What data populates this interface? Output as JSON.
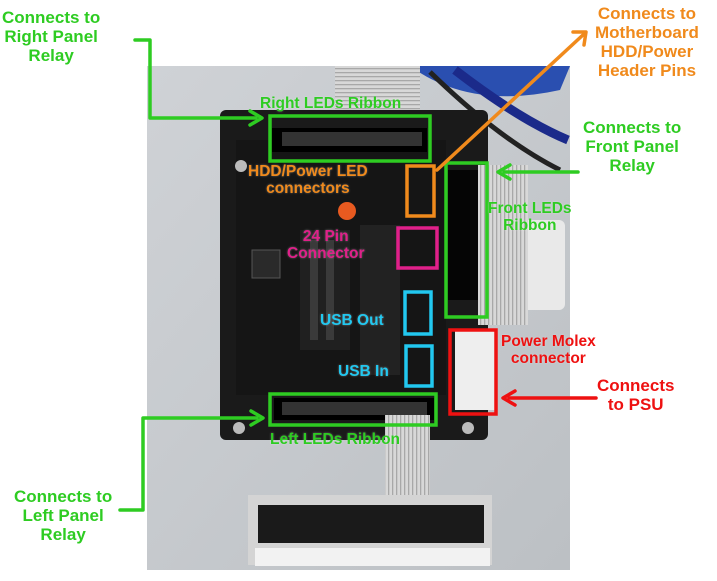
{
  "colors": {
    "green": "#2ecc22",
    "orange": "#f08a1c",
    "red": "#ee1111",
    "cyan": "#22c8f0",
    "magenta": "#e0208a"
  },
  "labels": {
    "right_relay": [
      "Connects to",
      "Right Panel",
      "Relay"
    ],
    "motherboard": [
      "Connects to",
      "Motherboard",
      "HDD/Power",
      "Header Pins"
    ],
    "front_relay": [
      "Connects to",
      "Front Panel",
      "Relay"
    ],
    "right_ribbon": "Right LEDs Ribbon",
    "hdd_led": [
      "HDD/Power LED",
      "connectors"
    ],
    "front_ribbon": [
      "Front LEDs",
      "Ribbon"
    ],
    "pin24": [
      "24 Pin",
      "Connector"
    ],
    "usb_out": "USB Out",
    "usb_in": "USB In",
    "molex": [
      "Power Molex",
      "connector"
    ],
    "psu": [
      "Connects",
      "to PSU"
    ],
    "left_ribbon": "Left LEDs Ribbon",
    "left_relay": [
      "Connects to",
      "Left Panel",
      "Relay"
    ]
  }
}
